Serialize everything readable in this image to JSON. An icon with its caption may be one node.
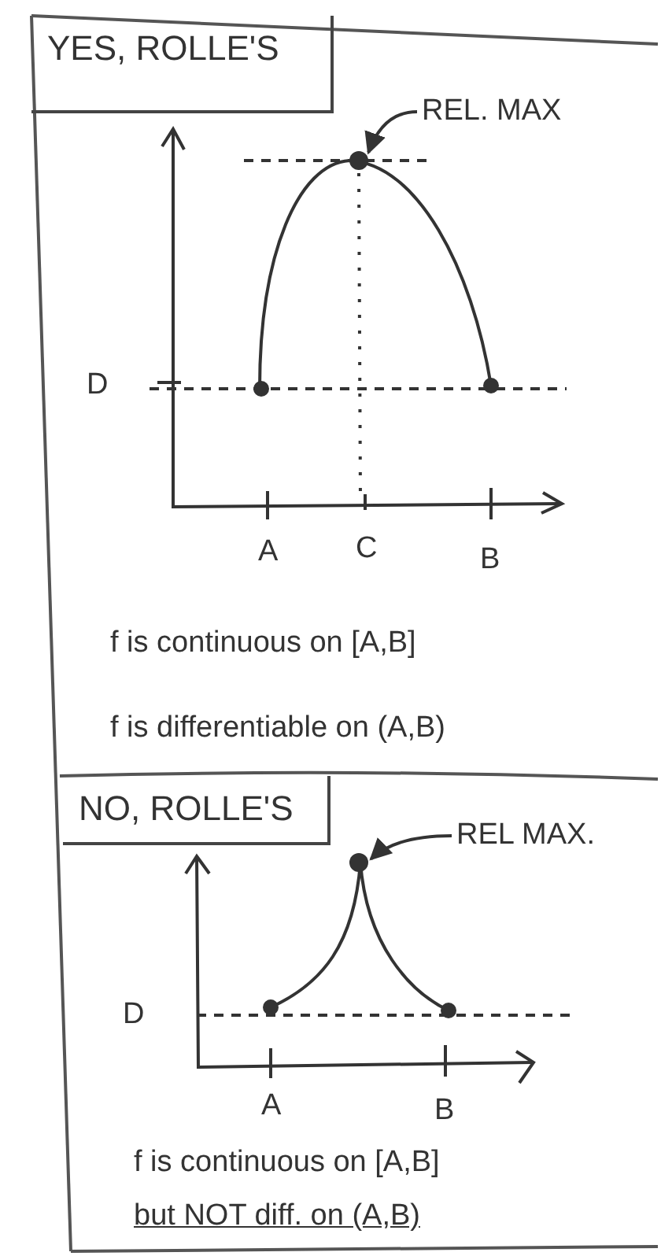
{
  "diagram": {
    "nodes": [
      {
        "text": [
          "YES, ROLLE'S"
        ]
      },
      {
        "text": [
          "REL. MAX"
        ]
      },
      {
        "text": [],
        "shape": "circle"
      },
      {
        "text": [
          "NO, ROLLE'S"
        ]
      },
      {
        "text": [
          "REL MAX."
        ]
      },
      {
        "text": [],
        "shape": "circle"
      }
    ],
    "edges": [
      {
        "from": 1,
        "to": 2,
        "arrow": "to"
      },
      {
        "from": 4,
        "to": 5,
        "arrow": "to"
      }
    ],
    "labels": [
      "D",
      "A",
      "C",
      "B",
      "f is continuous on [A,B]",
      "f is differentiable on (A,B)",
      "D",
      "A",
      "B",
      "f is continuous on [A,B]",
      "but NOT diff. on (A,B)"
    ]
  }
}
